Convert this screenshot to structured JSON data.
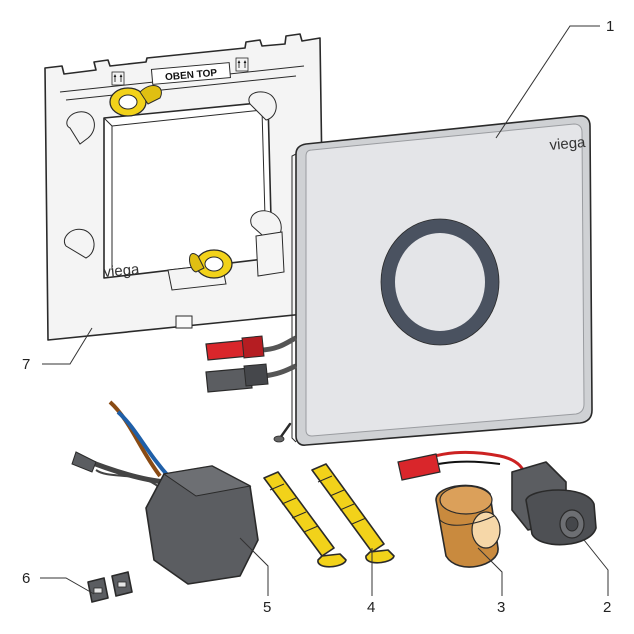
{
  "frame": {
    "label": "OBEN TOP",
    "brand": "viega"
  },
  "panel": {
    "brand": "viega"
  },
  "callouts": [
    {
      "id": "1",
      "text": "1"
    },
    {
      "id": "2",
      "text": "2"
    },
    {
      "id": "3",
      "text": "3"
    },
    {
      "id": "4",
      "text": "4"
    },
    {
      "id": "5",
      "text": "5"
    },
    {
      "id": "6",
      "text": "6"
    },
    {
      "id": "7",
      "text": "7"
    }
  ],
  "colors": {
    "panel_face": "#e4e5e8",
    "sensor_ring": "#4a5260",
    "yellow": "#f2d21a",
    "red": "#d9262b",
    "dark_gray": "#5b5d61",
    "bronze": "#c98a3e"
  }
}
